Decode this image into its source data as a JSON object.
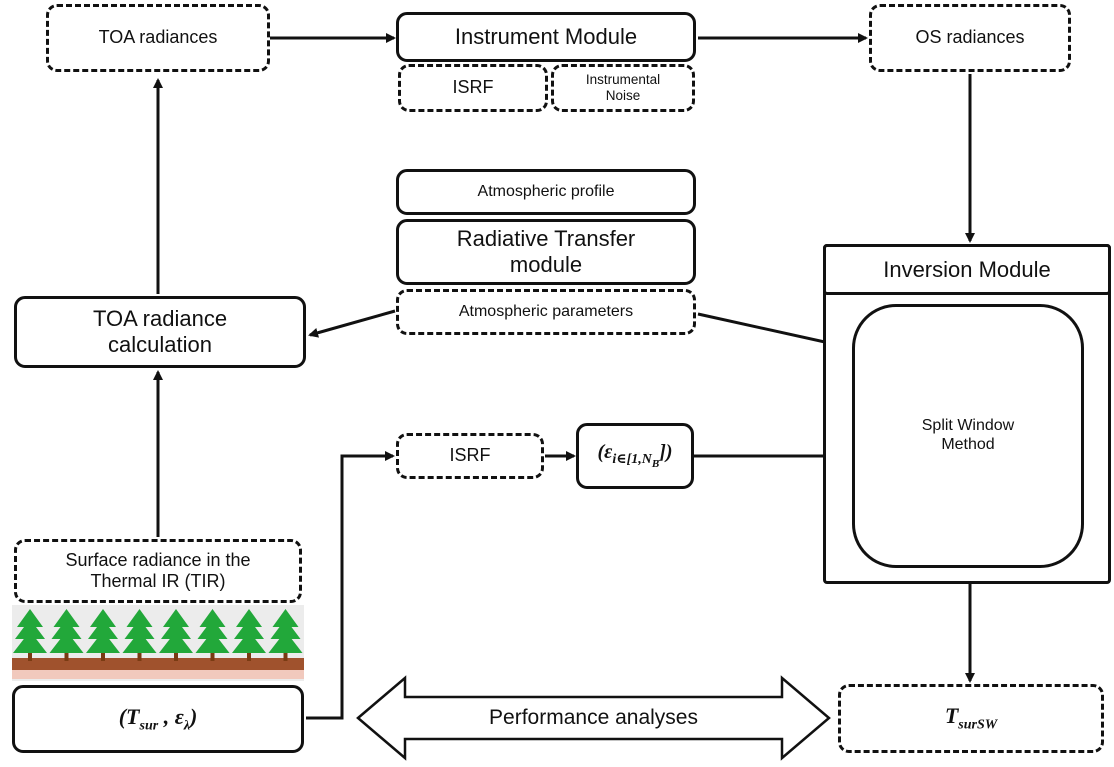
{
  "boxes": {
    "toa_radiances": "TOA radiances",
    "instrument_module": "Instrument Module",
    "os_radiances": "OS radiances",
    "isrf_top": "ISRF",
    "instrumental_noise": "Instrumental Noise",
    "atmospheric_profile": "Atmospheric profile",
    "radiative_transfer": "Radiative Transfer module",
    "atmospheric_parameters": "Atmospheric parameters",
    "toa_radiance_calc": "TOA radiance calculation",
    "inversion_module": "Inversion Module",
    "split_window": "Split Window Method",
    "isrf_bottom": "ISRF",
    "surface_radiance": "Surface radiance in the Thermal IR (TIR)"
  },
  "math": {
    "emissivity_prefix": "(ε",
    "emissivity_sub": "i∈[1,N",
    "emissivity_subsub": "B",
    "emissivity_suffix": "])",
    "tsur_emis_prefix": "(T",
    "tsur_sub": "sur",
    "tsur_mid": " , ε",
    "tsur_sub2": "λ",
    "tsur_suffix": ")",
    "tsursw_base": "T",
    "tsursw_sub": "surSW"
  },
  "performance": "Performance analyses",
  "colors": {
    "line": "#111111",
    "tree": "#22a83a",
    "trunk": "#7a3b12",
    "ground": "#a0522d",
    "forest_bg": "#ececec"
  },
  "icons": {
    "forest": "forest-icon"
  }
}
